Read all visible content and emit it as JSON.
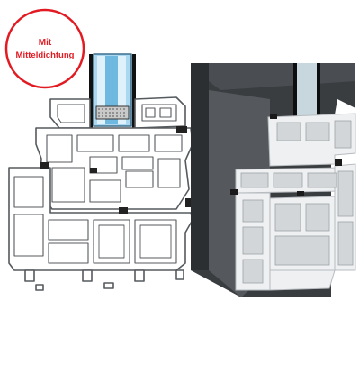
{
  "badge": {
    "line1": "Mit",
    "line2": "Mitteldichtung",
    "color": "#e21b23"
  },
  "colors": {
    "outline": "#555a5e",
    "profile_fill": "#ffffff",
    "glass": "#a9d8f0",
    "glass_dark": "#6fb9e0",
    "gasket": "#222222",
    "photo_dark": "#3a3d40",
    "photo_mid": "#6e7276",
    "photo_light": "#d9dcdf",
    "photo_white": "#eef0f2"
  },
  "figures": [
    {
      "id": "cross-section-drawing",
      "kind": "line drawing"
    },
    {
      "id": "profile-photo",
      "kind": "3d cutaway"
    }
  ]
}
